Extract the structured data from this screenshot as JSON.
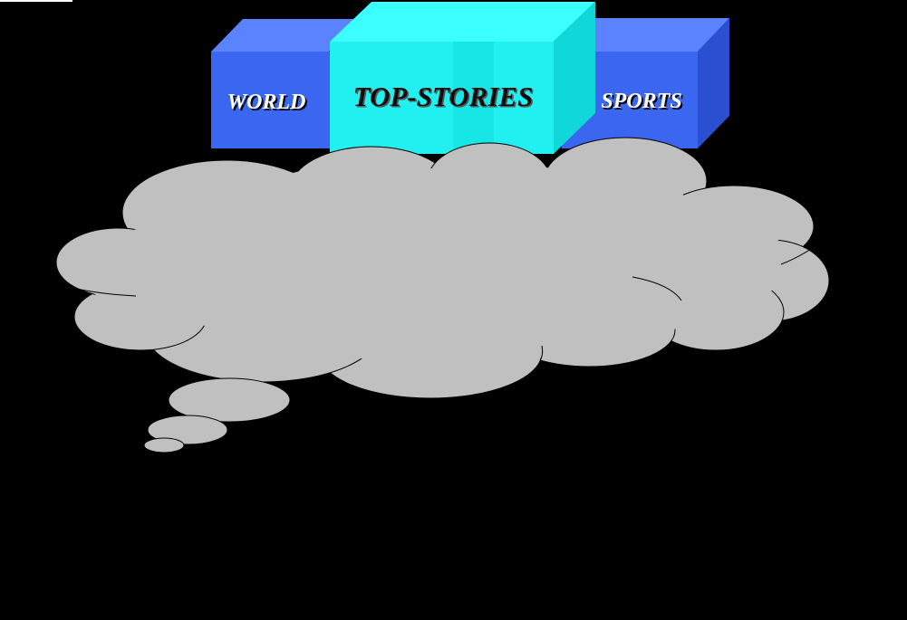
{
  "colors": {
    "background": "#000000",
    "side_tab_front": "#3a66f0",
    "side_tab_top": "#5b82ff",
    "side_tab_side": "#2a4fd0",
    "active_tab_front": "#22f0f0",
    "active_tab_top": "#3cffff",
    "active_tab_side": "#10d8d8",
    "cloud_fill": "#c0c0c0",
    "cloud_stroke": "#000000"
  },
  "tabs": {
    "world": {
      "label": "WORLD"
    },
    "top_stories": {
      "label": "TOP-STORIES"
    },
    "sports": {
      "label": "SPORTS"
    }
  },
  "thought_bubble": {
    "icon": "thought-cloud-icon",
    "text": ""
  }
}
